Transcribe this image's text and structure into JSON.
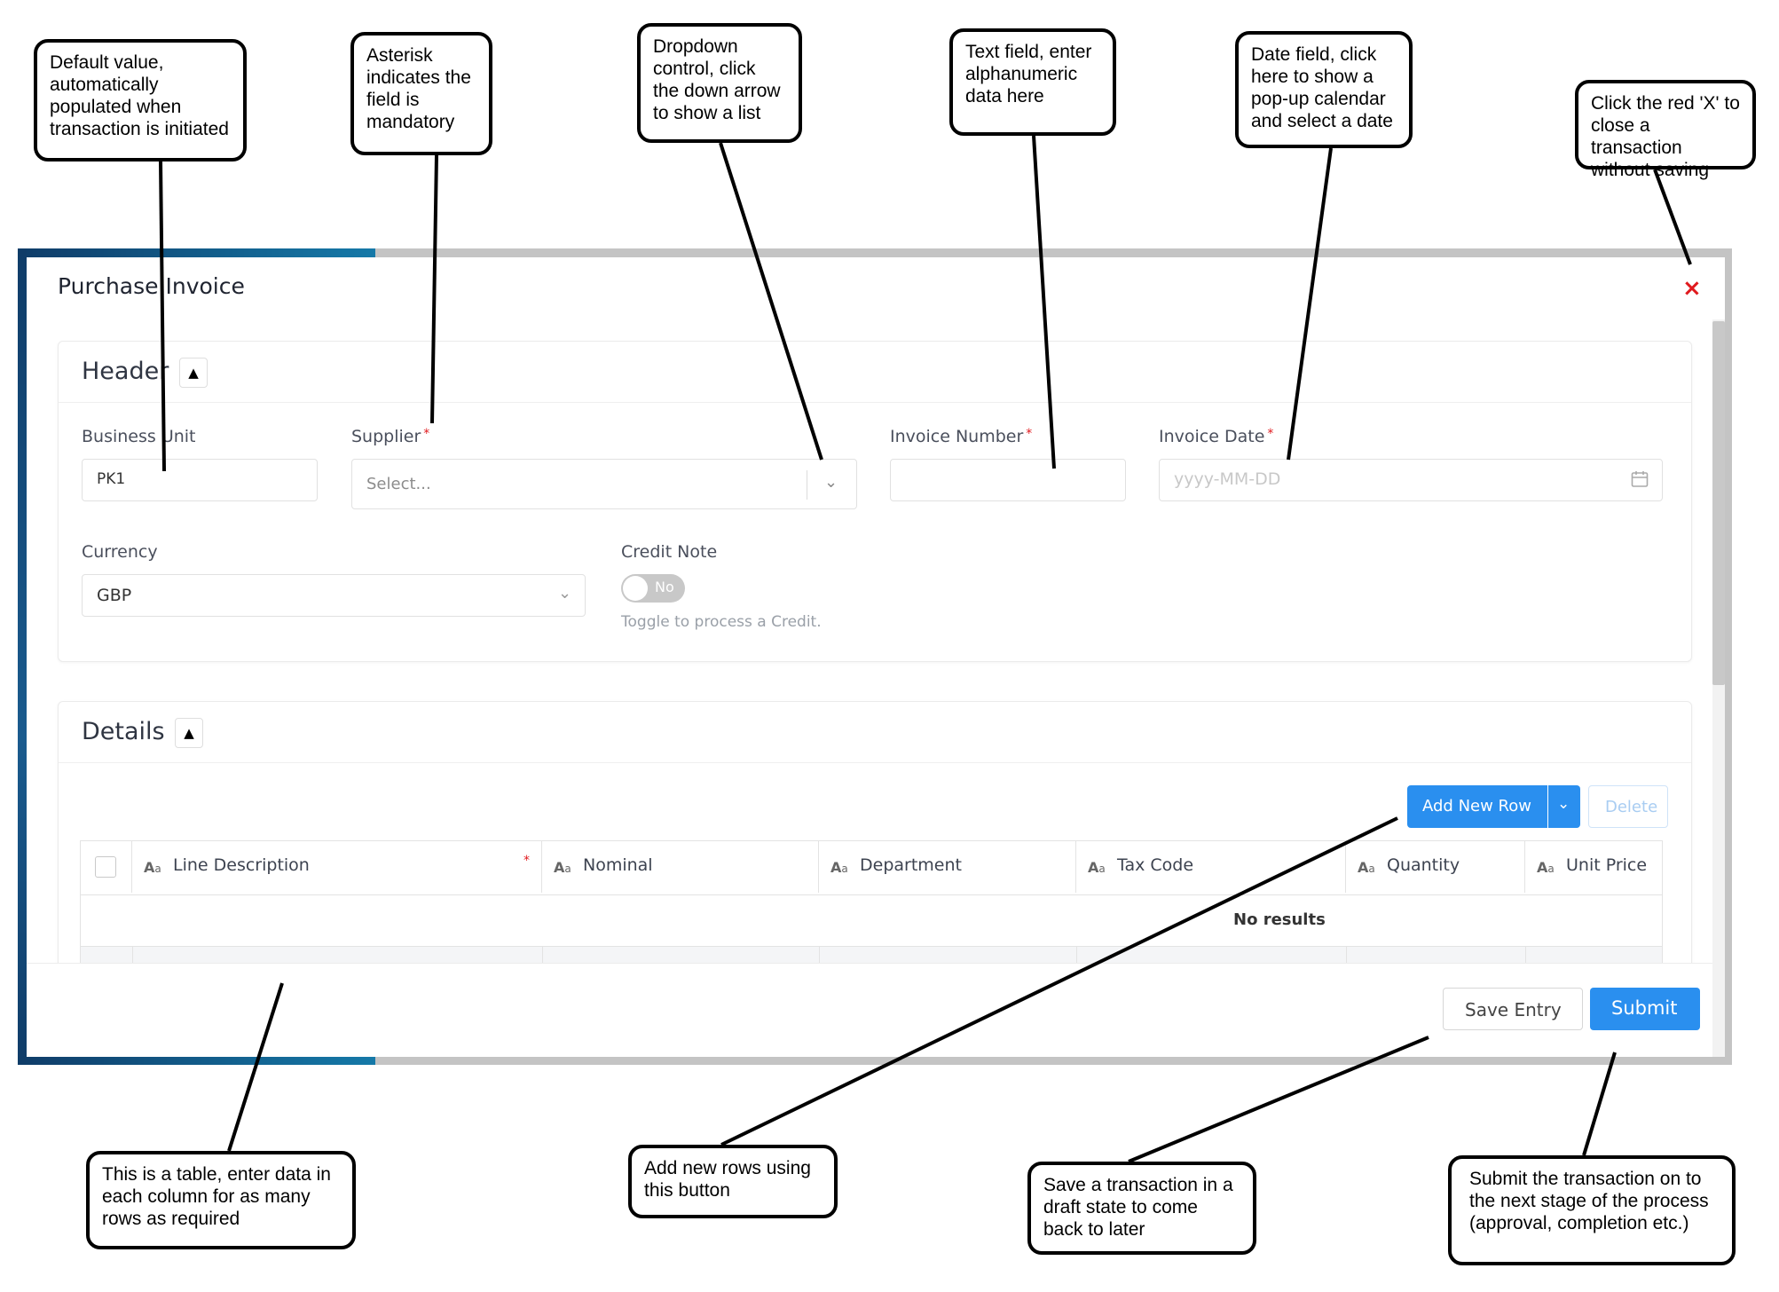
{
  "window": {
    "title": "Purchase Invoice",
    "close_icon": "×"
  },
  "header_section": {
    "title": "Header",
    "toggle_icon": "▲",
    "fields": {
      "business_unit": {
        "label": "Business Unit",
        "value": "PK1"
      },
      "supplier": {
        "label": "Supplier",
        "required_mark": "*",
        "placeholder": "Select..."
      },
      "invoice_number": {
        "label": "Invoice Number",
        "required_mark": "*",
        "value": ""
      },
      "invoice_date": {
        "label": "Invoice Date",
        "required_mark": "*",
        "placeholder": "yyyy-MM-DD"
      },
      "currency": {
        "label": "Currency",
        "value": "GBP"
      },
      "credit_note": {
        "label": "Credit Note",
        "toggle_value": "No",
        "hint": "Toggle to process a Credit."
      }
    }
  },
  "details_section": {
    "title": "Details",
    "toggle_icon": "▲",
    "add_row_label": "Add New Row",
    "delete_label": "Delete",
    "columns": [
      {
        "icon": "Aa",
        "label": "Line Description",
        "required_mark": "*"
      },
      {
        "icon": "Aa",
        "label": "Nominal"
      },
      {
        "icon": "Aa",
        "label": "Department"
      },
      {
        "icon": "Aa",
        "label": "Tax Code"
      },
      {
        "icon": "Aa",
        "label": "Quantity"
      },
      {
        "icon": "Aa",
        "label": "Unit Price"
      }
    ],
    "empty_message": "No results"
  },
  "footer": {
    "save_label": "Save Entry",
    "submit_label": "Submit"
  },
  "callouts": {
    "default_value": "Default value, automatically populated when transaction is initiated",
    "asterisk": "Asterisk indicates the field is mandatory",
    "dropdown": "Dropdown control, click the down arrow to show a list",
    "text_field": "Text field, enter alphanumeric data here",
    "date_field": "Date field, click here to show a pop-up calendar and select a date",
    "close_x": "Click the red 'X' to close a transaction without saving",
    "table": "This is a table, enter data in each column for as many rows as required",
    "add_rows": "Add new rows using this button",
    "save_draft": "Save a transaction in a draft state to come back to later",
    "submit": "Submit the transaction on to the next stage of the process (approval, completion etc.)"
  },
  "colors": {
    "accent": "#2a8fef",
    "required": "#e0191d",
    "close": "#e0191d",
    "frame": "#0f3c68"
  }
}
